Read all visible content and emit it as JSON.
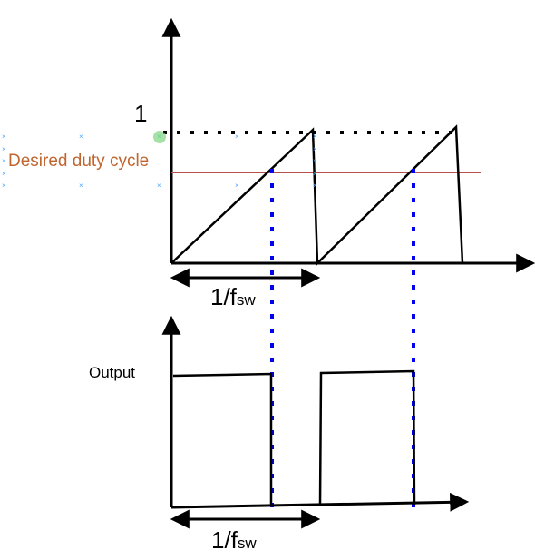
{
  "diagram": {
    "title": "",
    "labels": {
      "full_scale": "1",
      "duty_cycle": "Desired duty cycle",
      "output": "Output",
      "period": "1/f",
      "period_subscript": "sw"
    },
    "colors": {
      "axis": "#000000",
      "sawtooth": "#000000",
      "duty_line": "#b5504f",
      "duty_label": "#c0652f",
      "crossing_marker": "#0000ee",
      "selection_handle": "#4fa7ff",
      "highlight_dot": "#7fd67f"
    }
  }
}
